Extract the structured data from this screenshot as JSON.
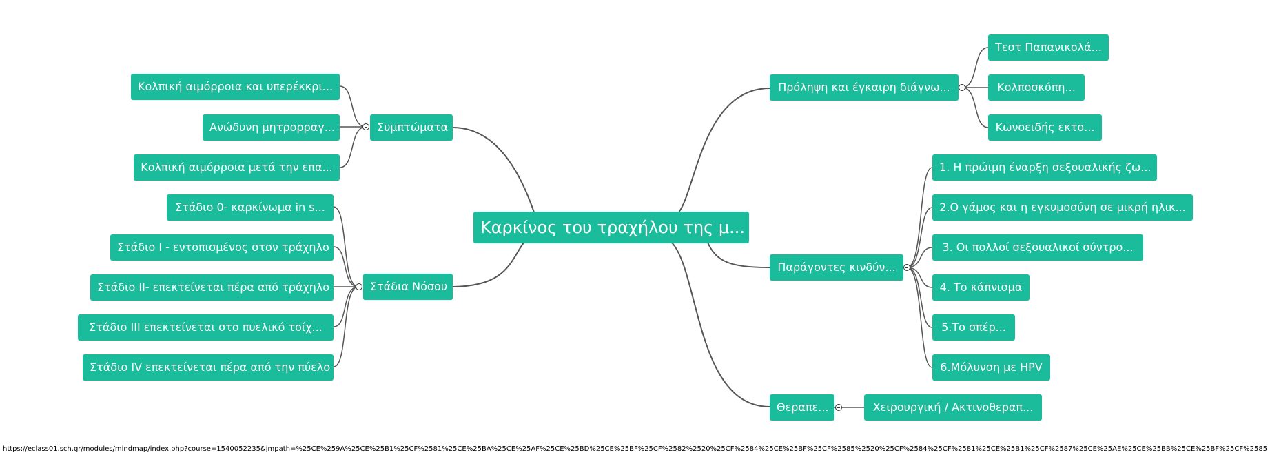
{
  "mindmap": {
    "root": "Καρκίνος του τραχήλου της μ...",
    "symptoms": {
      "label": "Συμπτώματα",
      "children": [
        "Κολπική αιμόρροια και υπερέκκρι...",
        "Ανώδυνη μητρορραγ...",
        "Κολπική αιμόρροια μετά την επα..."
      ]
    },
    "stages": {
      "label": "Στάδια Νόσου",
      "children": [
        "Στάδιο 0- καρκίνωμα in s...",
        "Στάδιο Ι - εντοπισμένος στον τράχηλο",
        "Στάδιο ΙΙ- επεκτείνεται πέρα από τράχηλο",
        "Στάδιο ΙΙΙ  επεκτείνεται  στο πυελικό τοίχ...",
        "Στάδιο ΙV επεκτείνεται πέρα από την πύελο"
      ]
    },
    "prevention": {
      "label": "Πρόληψη και έγκαιρη διάγνω...",
      "children": [
        "Τεστ Παπανικολά...",
        "Κολποσκόπη...",
        "Κωνοειδής εκτο..."
      ]
    },
    "risk": {
      "label": "Παράγοντες κινδύν...",
      "children": [
        "1. Η πρώιμη  έναρξη σεξουαλικής ζω...",
        "2.Ο γάμος και η εγκυμοσύνη σε μικρή ηλικ...",
        "3. Οι πολλοί  σεξουαλικοί σύντρο...",
        "4. Το κάπνισμα",
        "5.Το σπέρ...",
        "6.Μόλυνση με HPV"
      ]
    },
    "therapy": {
      "label": "Θεραπε...",
      "children": [
        "Χειρουργική / Ακτινοθεραπ..."
      ]
    }
  },
  "status_url": "https://eclass01.sch.gr/modules/mindmap/index.php?course=1540052235&jmpath=%25CE%259A%25CE%25B1%25CF%2581%25CE%25BA%25CE%25AF%25CE%25BD%25CE%25BF%25CF%2582%2520%25CF%2584%25CE%25BF%25CF%2585%2520%25CF%2584%25CF%2581%25CE%25B1%25CF%2587%25CE%25AE%25CE%25BB%25CE%25BF%25CF%2585",
  "colors": {
    "node": "#1abc9c",
    "text": "#ffffff",
    "edge": "#555555"
  }
}
